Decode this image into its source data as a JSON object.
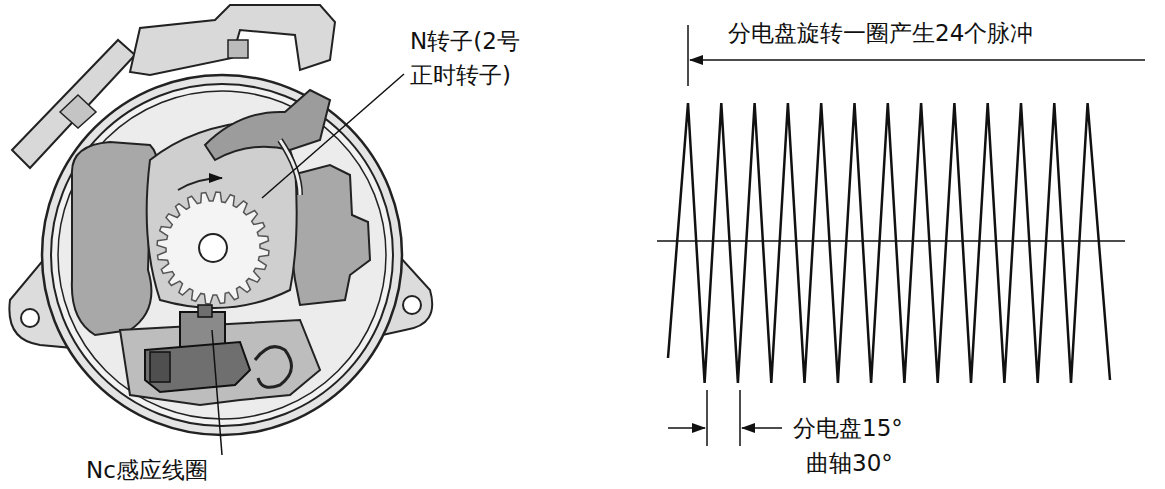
{
  "diagram": {
    "labels": [
      "N转子(2号 正时转子)",
      "Nc感应线圈",
      "分电盘旋转一圈产生24个脉冲",
      "分电盘15°",
      "曲轴30°"
    ]
  }
}
